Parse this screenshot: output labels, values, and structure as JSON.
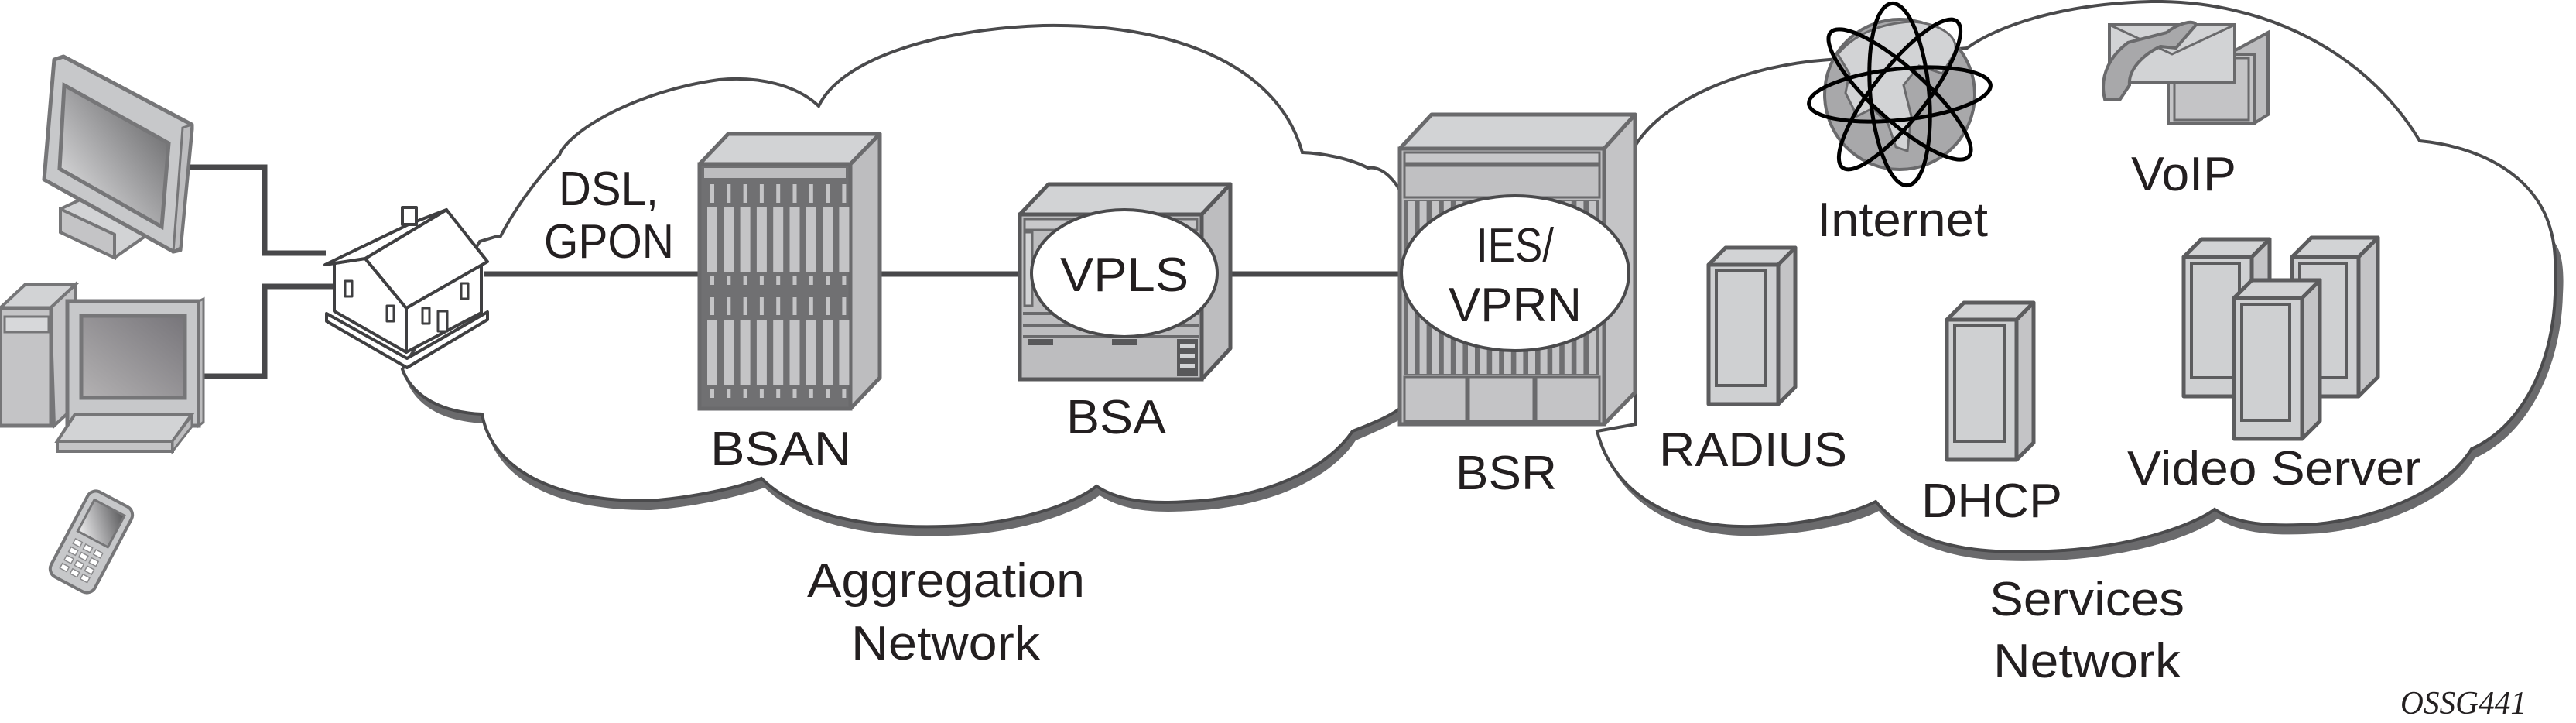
{
  "figure": {
    "id_label": "OSSG441",
    "colors": {
      "outline": "#4a4a4c",
      "device_fill_light": "#d2d3d5",
      "device_fill_mid": "#bdbdbf",
      "device_fill_dark": "#707072",
      "shadow": "#6a6a6c",
      "text": "#231f20"
    }
  },
  "clients": [
    {
      "name": "Monitor",
      "icon": "monitor-icon"
    },
    {
      "name": "Desktop PC",
      "icon": "desktop-computer-icon"
    },
    {
      "name": "Mobile phone",
      "icon": "mobile-phone-icon"
    }
  ],
  "home": {
    "icon": "house-icon"
  },
  "access_label": {
    "line1": "DSL,",
    "line2": "GPON"
  },
  "aggregation": {
    "label_line1": "Aggregation",
    "label_line2": "Network",
    "devices": {
      "bsan": {
        "label": "BSAN"
      },
      "bsa": {
        "label": "BSA",
        "service": "VPLS"
      }
    }
  },
  "edge": {
    "bsr": {
      "label": "BSR",
      "service_line1": "IES/",
      "service_line2": "VPRN"
    }
  },
  "services": {
    "label_line1": "Services",
    "label_line2": "Network",
    "items": {
      "internet": {
        "label": "Internet",
        "icon": "globe-icon"
      },
      "voip": {
        "label": "VoIP",
        "icon": "voip-phone-icon"
      },
      "radius": {
        "label": "RADIUS",
        "icon": "server-icon"
      },
      "dhcp": {
        "label": "DHCP",
        "icon": "server-icon"
      },
      "video": {
        "label": "Video Server",
        "icon": "server-cluster-icon"
      }
    }
  }
}
